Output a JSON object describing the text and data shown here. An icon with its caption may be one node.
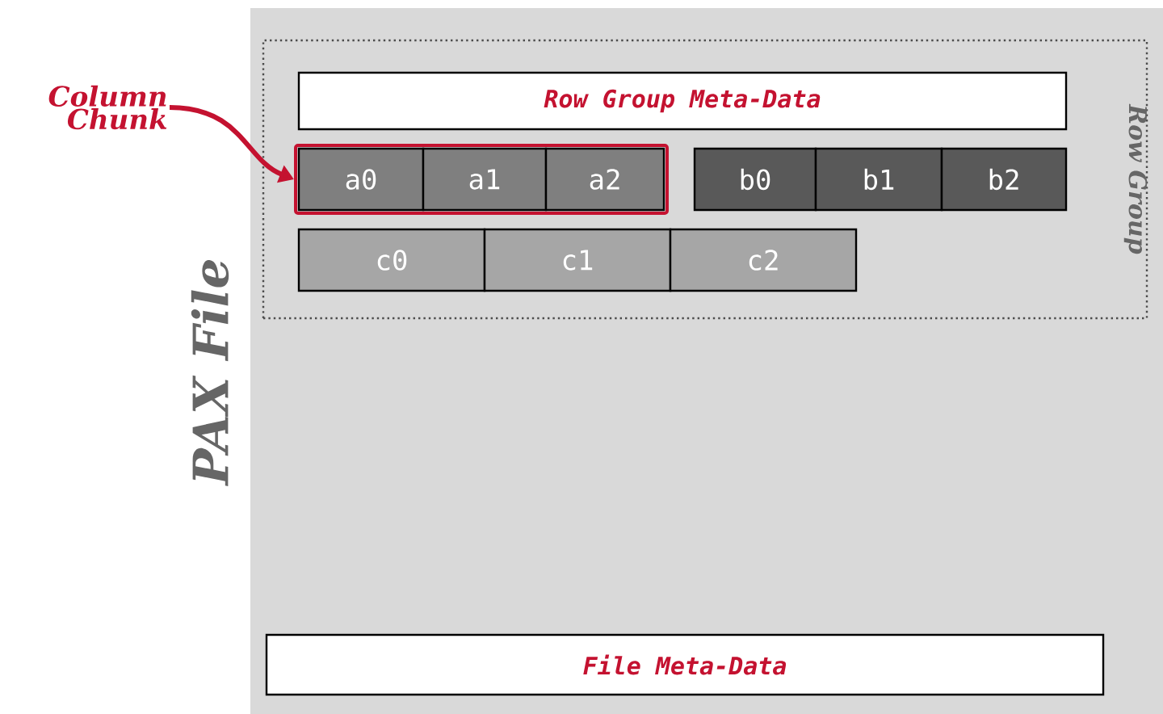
{
  "diagram": {
    "nodes": [
      {
        "text": [
          "PAX File"
        ]
      },
      {
        "text": [
          "Row Group"
        ],
        "in": 0
      },
      {
        "text": [
          "Row Group Meta-Data"
        ],
        "in": 1
      },
      {
        "text": [],
        "shape": "box",
        "in": 1
      },
      {
        "text": [
          "a0"
        ],
        "in": 3
      },
      {
        "text": [
          "a1"
        ],
        "in": 3
      },
      {
        "text": [
          "a2"
        ],
        "in": 3
      },
      {
        "text": [
          "b0"
        ],
        "in": 1
      },
      {
        "text": [
          "b1"
        ],
        "in": 1
      },
      {
        "text": [
          "b2"
        ],
        "in": 1
      },
      {
        "text": [
          "c0"
        ],
        "in": 1
      },
      {
        "text": [
          "c1"
        ],
        "in": 1
      },
      {
        "text": [
          "c2"
        ],
        "in": 1
      },
      {
        "text": [
          "File Meta-Data"
        ],
        "in": 0
      },
      {
        "text": [
          "Column Chunk"
        ]
      }
    ],
    "edges": [
      {
        "from": 14,
        "to": 3,
        "arrow": "to",
        "color": "#c41230"
      }
    ]
  }
}
